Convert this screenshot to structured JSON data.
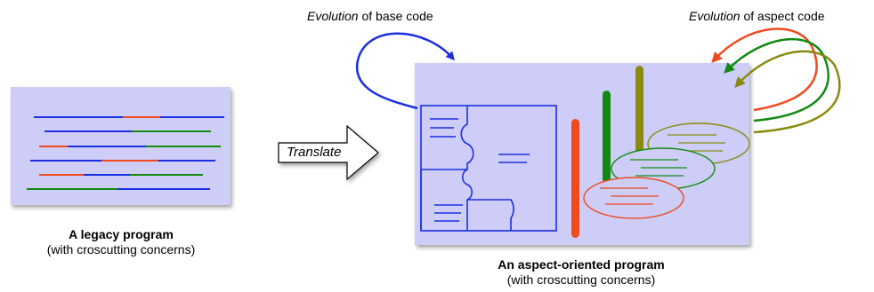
{
  "labels": {
    "evolution_base_em": "Evolution",
    "evolution_base_rest": " of base code",
    "evolution_aspect_em": "Evolution",
    "evolution_aspect_rest": " of aspect code",
    "translate": "Translate",
    "legacy_title": "A legacy program",
    "legacy_subtitle": "(with croscutting concerns)",
    "aspect_title": "An aspect-oriented program",
    "aspect_subtitle": "(with croscutting concerns)"
  },
  "colors": {
    "panel_fill": "#cdcdf7",
    "base_blue": "#1c2fe0",
    "aspect_red": "#f04a1e",
    "aspect_green": "#128a12",
    "aspect_olive": "#8a8a10"
  }
}
